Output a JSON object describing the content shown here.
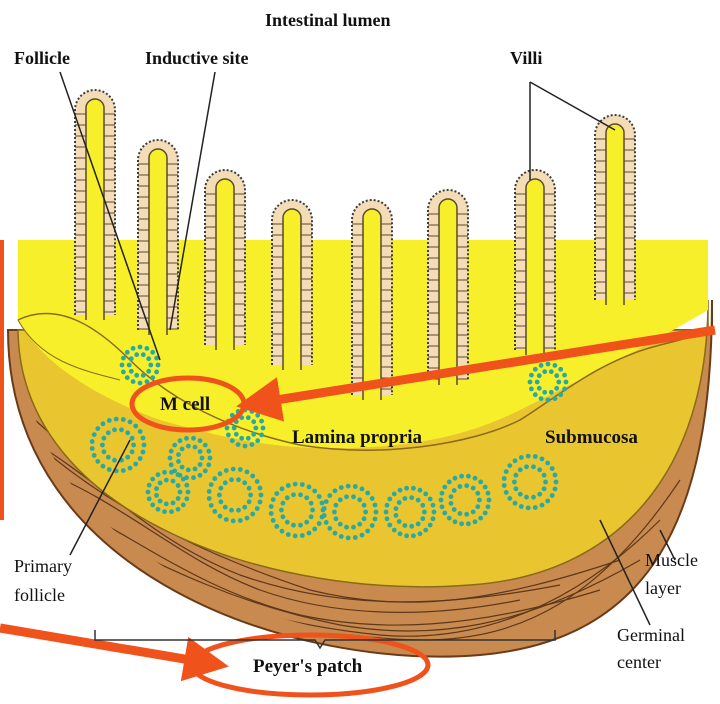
{
  "diagram": {
    "labels": {
      "lumen": "Intestinal lumen",
      "follicle": "Follicle",
      "inductive_site": "Inductive site",
      "villi": "Villi",
      "m_cell": "M cell",
      "lamina_propria": "Lamina propria",
      "submucosa": "Submucosa",
      "primary_follicle_1": "Primary",
      "primary_follicle_2": "follicle",
      "muscle_layer_1": "Muscle",
      "muscle_layer_2": "layer",
      "germinal_center_1": "Germinal",
      "germinal_center_2": "center",
      "peyers_patch": "Peyer's patch"
    },
    "colors": {
      "lamina": "#f7ef2a",
      "submucosa": "#e9c52f",
      "muscle": "#c98a4f",
      "epithelium": "#f4dcb6",
      "dots": "#29a9a5",
      "highlight": "#f0521c"
    }
  }
}
